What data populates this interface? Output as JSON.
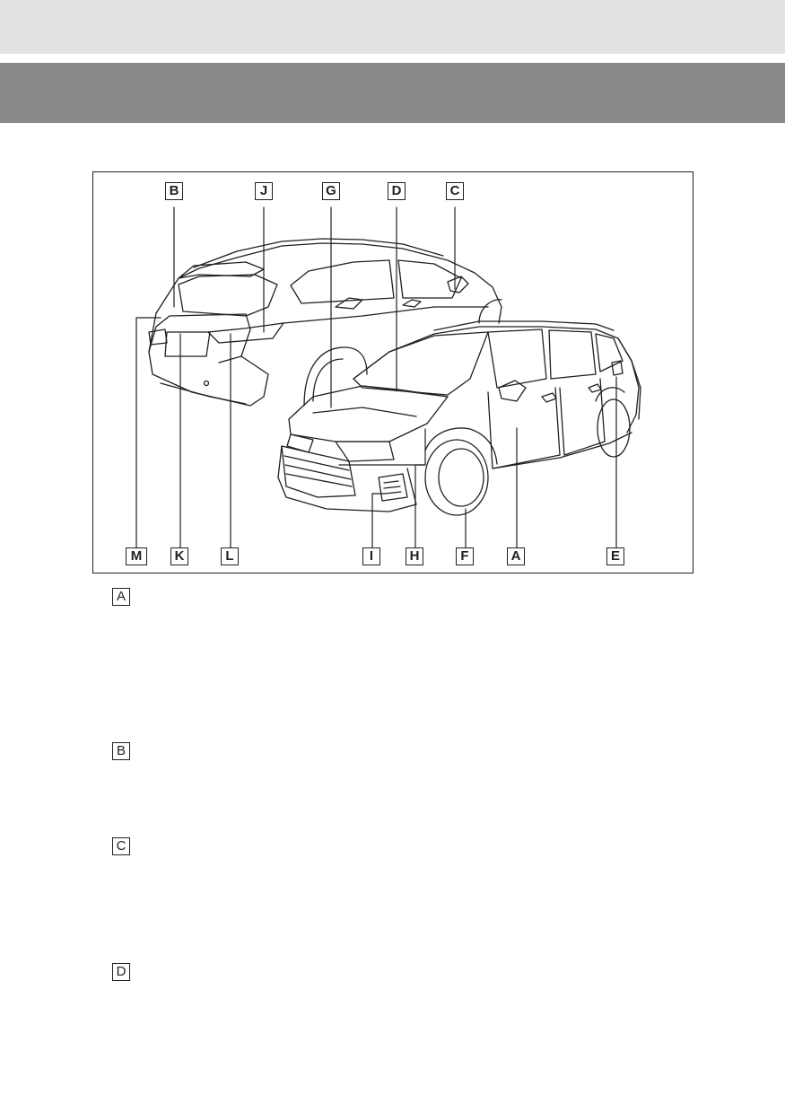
{
  "figure": {
    "callouts": {
      "B": "B",
      "J": "J",
      "G": "G",
      "D": "D",
      "C": "C",
      "M": "M",
      "K": "K",
      "L": "L",
      "I": "I",
      "H": "H",
      "F": "F",
      "A": "A",
      "E": "E"
    }
  },
  "sections": {
    "a": "A",
    "b": "B",
    "c": "C",
    "d": "D"
  }
}
